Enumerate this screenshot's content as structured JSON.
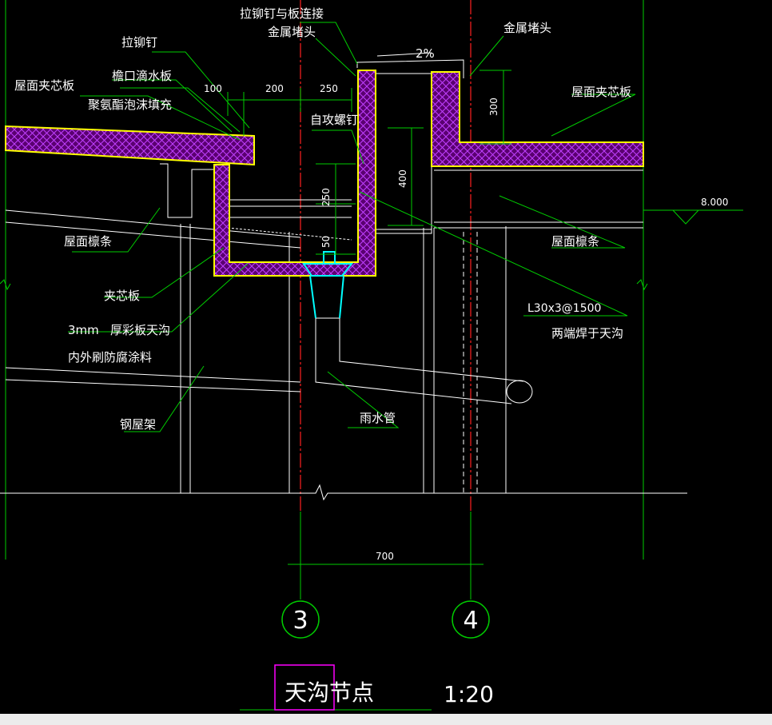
{
  "labels": {
    "rivet_to_panel": "拉铆钉与板连接",
    "metal_cap_left": "金属堵头",
    "metal_cap_right": "金属堵头",
    "rivet": "拉铆钉",
    "roof_sandwich_left": "屋面夹芯板",
    "eave_drip": "檐口滴水板",
    "pu_foam": "聚氨酯泡沫填充",
    "roof_sandwich_right": "屋面夹芯板",
    "self_tapping_screw": "自攻螺钉",
    "purlin_left": "屋面檩条",
    "purlin_right": "屋面檩条",
    "sandwich_panel": "夹芯板",
    "gutter_thickness": "3mm",
    "gutter_material": "厚彩板天沟",
    "anticorrosion": "内外刷防腐涂料",
    "angle_spec": "L30x3@1500",
    "angle_weld": "两端焊于天沟",
    "downpipe": "雨水管",
    "steel_truss": "钢屋架"
  },
  "dimensions": {
    "d100": "100",
    "d200": "200",
    "d250_top": "250",
    "d250_mid": "250",
    "d400": "400",
    "d300": "300",
    "d50": "50",
    "d700": "700",
    "slope": "2%",
    "elevation": "8.000"
  },
  "axes": [
    "3",
    "4"
  ],
  "title": {
    "name": "天沟节点",
    "scale": "1:20"
  },
  "colors": {
    "background": "#000000",
    "line": "#ffffff",
    "leader": "#00ff00",
    "insulation_border": "#ffff00",
    "insulation_fill": "#a000c0",
    "axis": "#ff0000",
    "pipe": "#00ffff",
    "title_box": "#ff00ff"
  }
}
